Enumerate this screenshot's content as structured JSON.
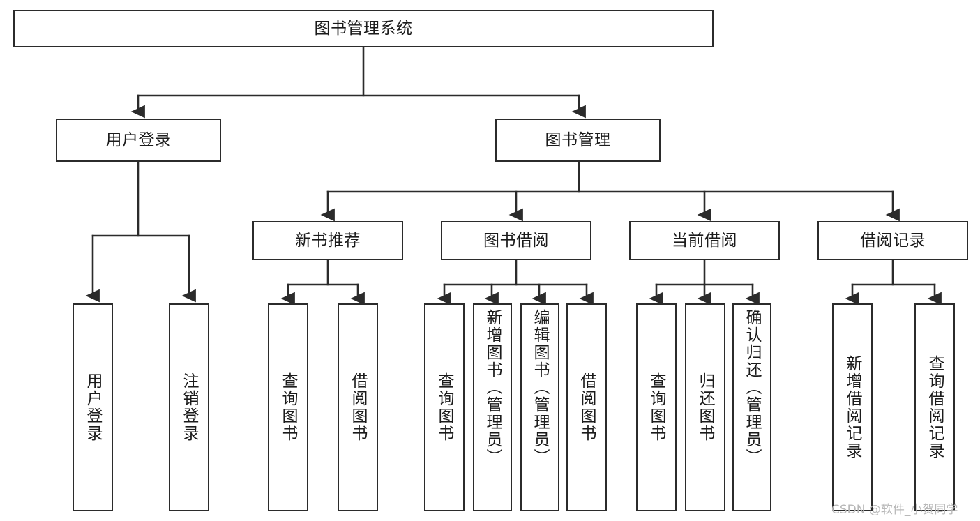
{
  "diagram": {
    "title": "图书管理系统",
    "type": "功能结构图",
    "line_color": "#2b2b2b",
    "box_fill": "#ffffff",
    "text_color": "#1b1b1b",
    "root": {
      "label": "图书管理系统"
    },
    "level1": [
      {
        "label": "用户登录"
      },
      {
        "label": "图书管理"
      }
    ],
    "level2": [
      {
        "label": "新书推荐"
      },
      {
        "label": "图书借阅"
      },
      {
        "label": "当前借阅"
      },
      {
        "label": "借阅记录"
      }
    ],
    "leaves": {
      "user_login": [
        {
          "label": "用户登录"
        },
        {
          "label": "注销登录"
        }
      ],
      "new_book_recommend": [
        {
          "label": "查询图书"
        },
        {
          "label": "借阅图书"
        }
      ],
      "book_borrow": [
        {
          "label": "查询图书"
        },
        {
          "label": "新增图书（管理员）"
        },
        {
          "label": "编辑图书（管理员）"
        },
        {
          "label": "借阅图书"
        }
      ],
      "current_borrow": [
        {
          "label": "查询图书"
        },
        {
          "label": "归还图书"
        },
        {
          "label": "确认归还（管理员）"
        }
      ],
      "borrow_record": [
        {
          "label": "新增借阅记录"
        },
        {
          "label": "查询借阅记录"
        }
      ]
    }
  },
  "watermark": {
    "text": "CSDN @软件_小贺同学",
    "color": "#b8b8b8"
  }
}
